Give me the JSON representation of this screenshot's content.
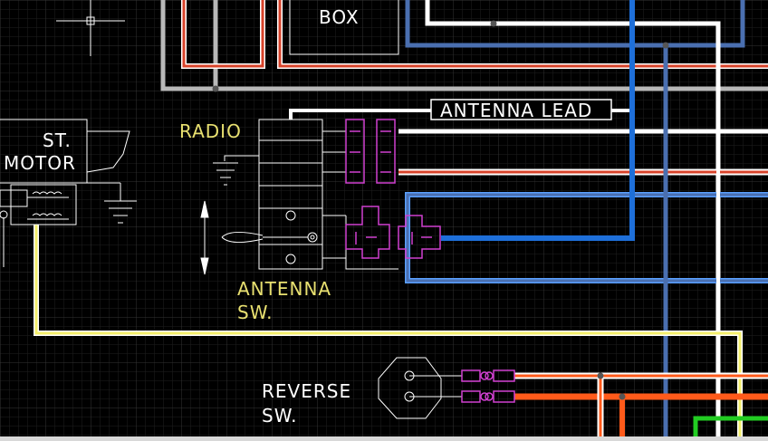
{
  "labels": {
    "box": "BOX",
    "antenna_lead": "ANTENNA LEAD",
    "radio": "RADIO",
    "st_motor_line1": "ST.",
    "st_motor_line2": "MOTOR",
    "antenna_sw_line1": "ANTENNA",
    "antenna_sw_line2": "SW.",
    "reverse_sw_line1": "REVERSE",
    "reverse_sw_line2": "SW."
  },
  "colors": {
    "background": "#000000",
    "grid_minor": "#1f1f1f",
    "grid_major": "#3a3a3a",
    "outline": "#ffffff",
    "connector": "#d040d0",
    "label_yellow": "#e8e070",
    "wire_white": "#ffffff",
    "wire_gray": "#b8b8b8",
    "wire_blue": "#1e6fd9",
    "wire_blue_light": "#5aa0ff",
    "wire_red": "#d8432a",
    "wire_orange": "#ff5a1a",
    "wire_yellow": "#f4ef6a",
    "wire_green": "#22cc22",
    "wire_slate": "#4a6fb0"
  },
  "icons": [
    "crosshair-icon",
    "ground-icon",
    "antenna-arrow-icon"
  ]
}
